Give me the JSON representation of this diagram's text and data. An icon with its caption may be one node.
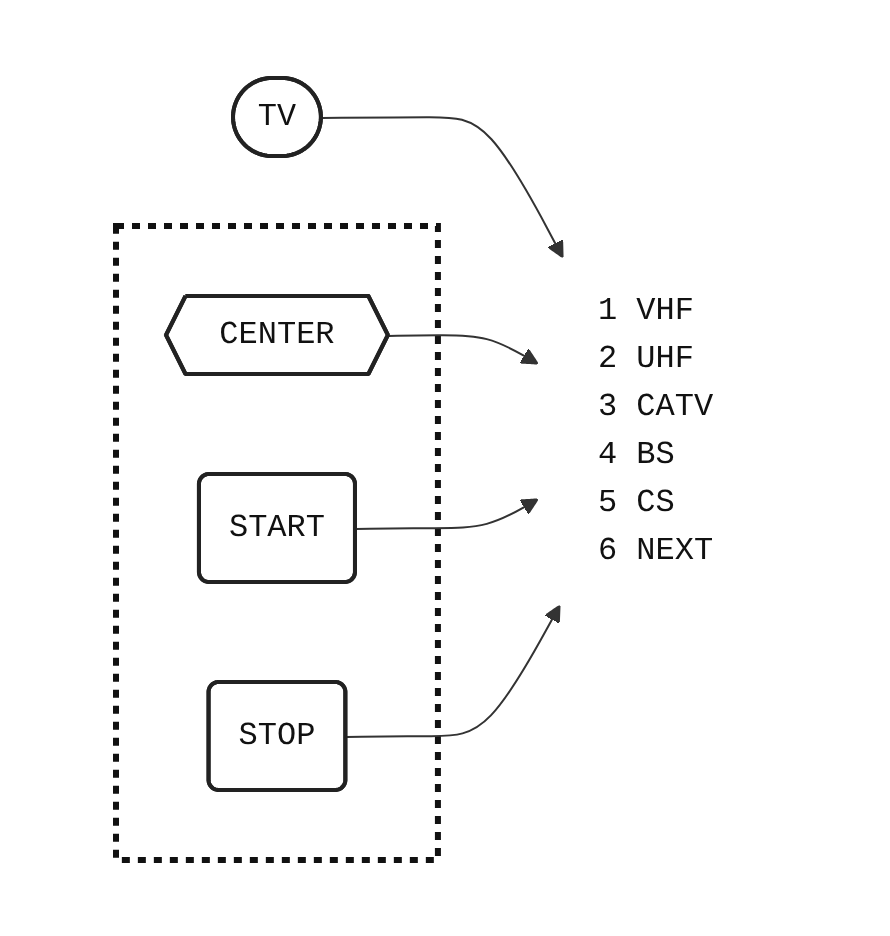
{
  "diagram": {
    "nodes": [
      {
        "text": [
          "TV"
        ]
      },
      {
        "text": [],
        "shape": "box"
      },
      {
        "text": [
          "CENTER"
        ],
        "in": 1
      },
      {
        "text": [
          "START"
        ],
        "in": 1
      },
      {
        "text": [
          "STOP"
        ],
        "in": 1
      },
      {
        "text": [
          "1 VHF",
          "2 UHF",
          "3 CATV",
          "4 BS",
          "5 CS",
          "6 NEXT"
        ]
      }
    ],
    "edges": [
      {
        "from": 0,
        "to": 5,
        "arrow": "to"
      },
      {
        "from": 2,
        "to": 5,
        "arrow": "to"
      },
      {
        "from": 3,
        "to": 5,
        "arrow": "to"
      },
      {
        "from": 4,
        "to": 5,
        "arrow": "to"
      }
    ]
  }
}
